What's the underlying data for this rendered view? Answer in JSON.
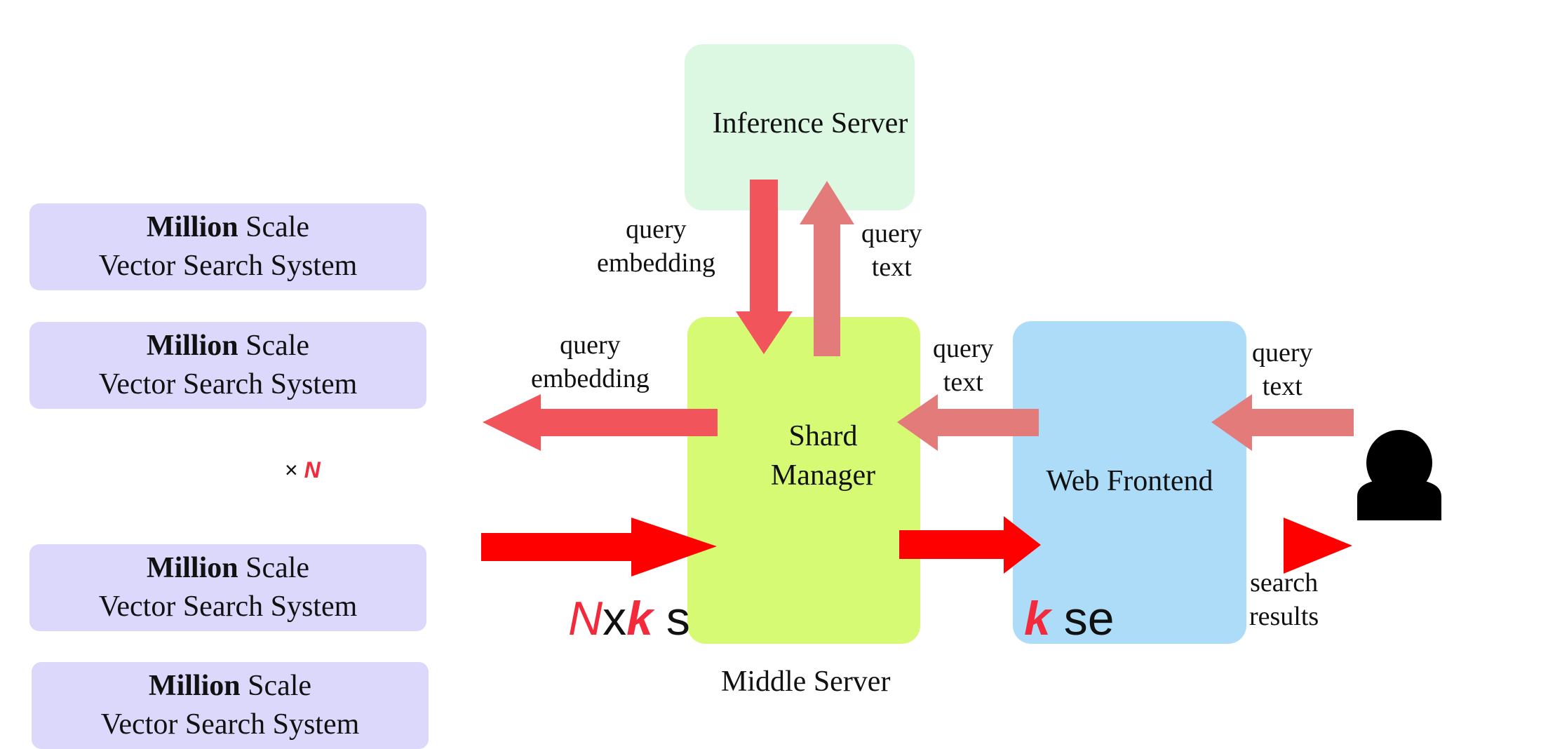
{
  "vector_search_boxes": [
    {
      "bold": "Million",
      "rest": " Scale",
      "line2": "Vector Search System"
    },
    {
      "bold": "Million",
      "rest": " Scale",
      "line2": "Vector Search System"
    },
    {
      "bold": "Million",
      "rest": " Scale",
      "line2": "Vector Search System"
    },
    {
      "bold": "Million",
      "rest": " Scale",
      "line2": "Vector Search System"
    }
  ],
  "multiplier": {
    "times": "×",
    "n": "N"
  },
  "inference_server": {
    "label": "Inference Server"
  },
  "shard_manager": {
    "line1": "Shard",
    "line2": "Manager"
  },
  "web_frontend": {
    "label": "Web Frontend"
  },
  "middle_server_caption": "Middle Server",
  "labels": {
    "query_embedding_top": {
      "l1": "query",
      "l2": "embedding"
    },
    "query_text_top": {
      "l1": "query",
      "l2": "text"
    },
    "query_embedding_left": {
      "l1": "query",
      "l2": "embedding"
    },
    "query_text_mid": {
      "l1": "query",
      "l2": "text"
    },
    "query_text_right": {
      "l1": "query",
      "l2": "text"
    },
    "search_results": {
      "l1": "search",
      "l2": "results"
    }
  },
  "nxk_label": {
    "n": "N",
    "x": "x",
    "k": "k",
    "tail": "s"
  },
  "k_label": {
    "k": "k",
    "tail": "se"
  },
  "colors": {
    "vss_fill": "#dcd8fb",
    "inference_fill": "#dcf7e2",
    "shard_fill": "#d7fa75",
    "frontend_fill": "#addcf9",
    "arrow_dark_red": "#f2545b",
    "arrow_pink": "#e47b7b",
    "arrow_bright_red": "#ff0000",
    "accent_red": "#f22a3c"
  }
}
